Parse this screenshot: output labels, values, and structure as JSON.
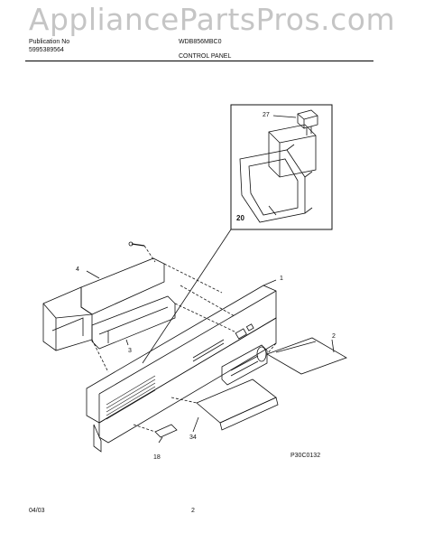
{
  "watermark": "AppliancePartsPros.com",
  "header": {
    "publication_label": "Publication No",
    "publication_number": "5995389564",
    "model": "WDB856MBC0",
    "section_title": "CONTROL PANEL"
  },
  "callouts": {
    "c27": "27",
    "c20": "20",
    "c1": "1",
    "c4": "4",
    "c3": "3",
    "c2": "2",
    "c34": "34",
    "c18": "18"
  },
  "figure_code": "P30C0132",
  "footer": {
    "date": "04/03",
    "page": "2"
  }
}
